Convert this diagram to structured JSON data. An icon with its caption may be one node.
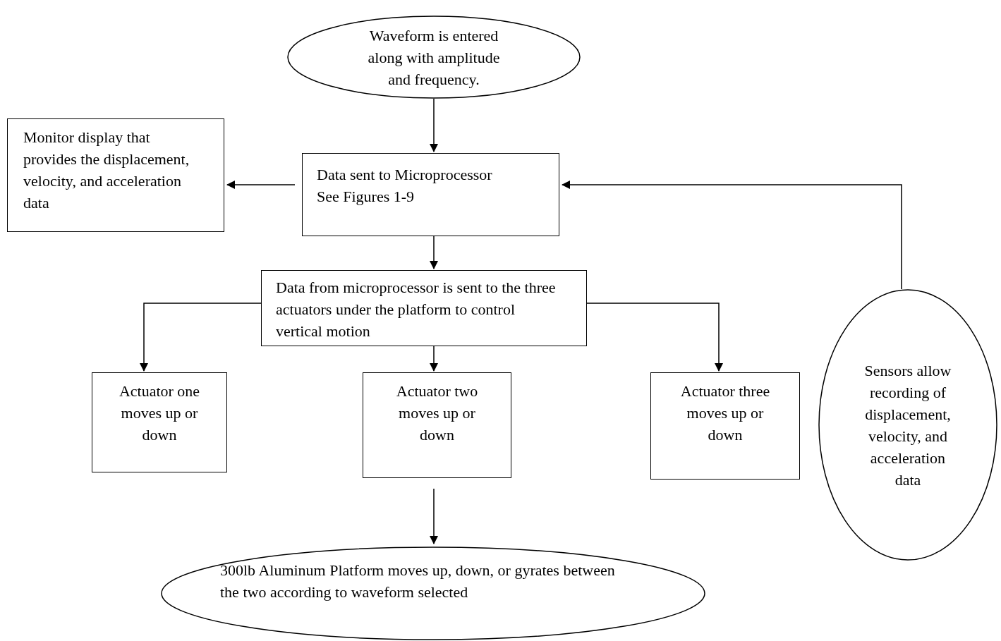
{
  "diagram": {
    "nodes": [
      {
        "text": [
          "Waveform is entered along with amplitude and frequency."
        ]
      },
      {
        "text": [
          "Monitor display that provides the displacement, velocity, and acceleration data"
        ]
      },
      {
        "text": [
          "Data sent to Microprocessor",
          "See Figures 1-9"
        ]
      },
      {
        "text": [
          "Data from microprocessor is sent to the three actuators under the platform to control vertical motion"
        ]
      },
      {
        "text": [
          "Actuator one moves up or down"
        ]
      },
      {
        "text": [
          "Actuator two moves up or down"
        ]
      },
      {
        "text": [
          "Actuator three moves up or down"
        ]
      },
      {
        "text": [
          "300lb Aluminum Platform moves up, down, or gyrates between the two according to waveform selected"
        ]
      },
      {
        "text": [
          "Sensors allow recording of displacement, velocity, and acceleration data"
        ]
      }
    ],
    "edges": [
      {
        "from": 0,
        "to": 2,
        "arrow": "to"
      },
      {
        "from": 2,
        "to": 1,
        "arrow": "to"
      },
      {
        "from": 8,
        "to": 2,
        "arrow": "to"
      },
      {
        "from": 2,
        "to": 3,
        "arrow": "to"
      },
      {
        "from": 3,
        "to": 4,
        "arrow": "to"
      },
      {
        "from": 3,
        "to": 5,
        "arrow": "to"
      },
      {
        "from": 3,
        "to": 6,
        "arrow": "to"
      },
      {
        "from": 5,
        "to": 7,
        "arrow": "to"
      }
    ]
  }
}
